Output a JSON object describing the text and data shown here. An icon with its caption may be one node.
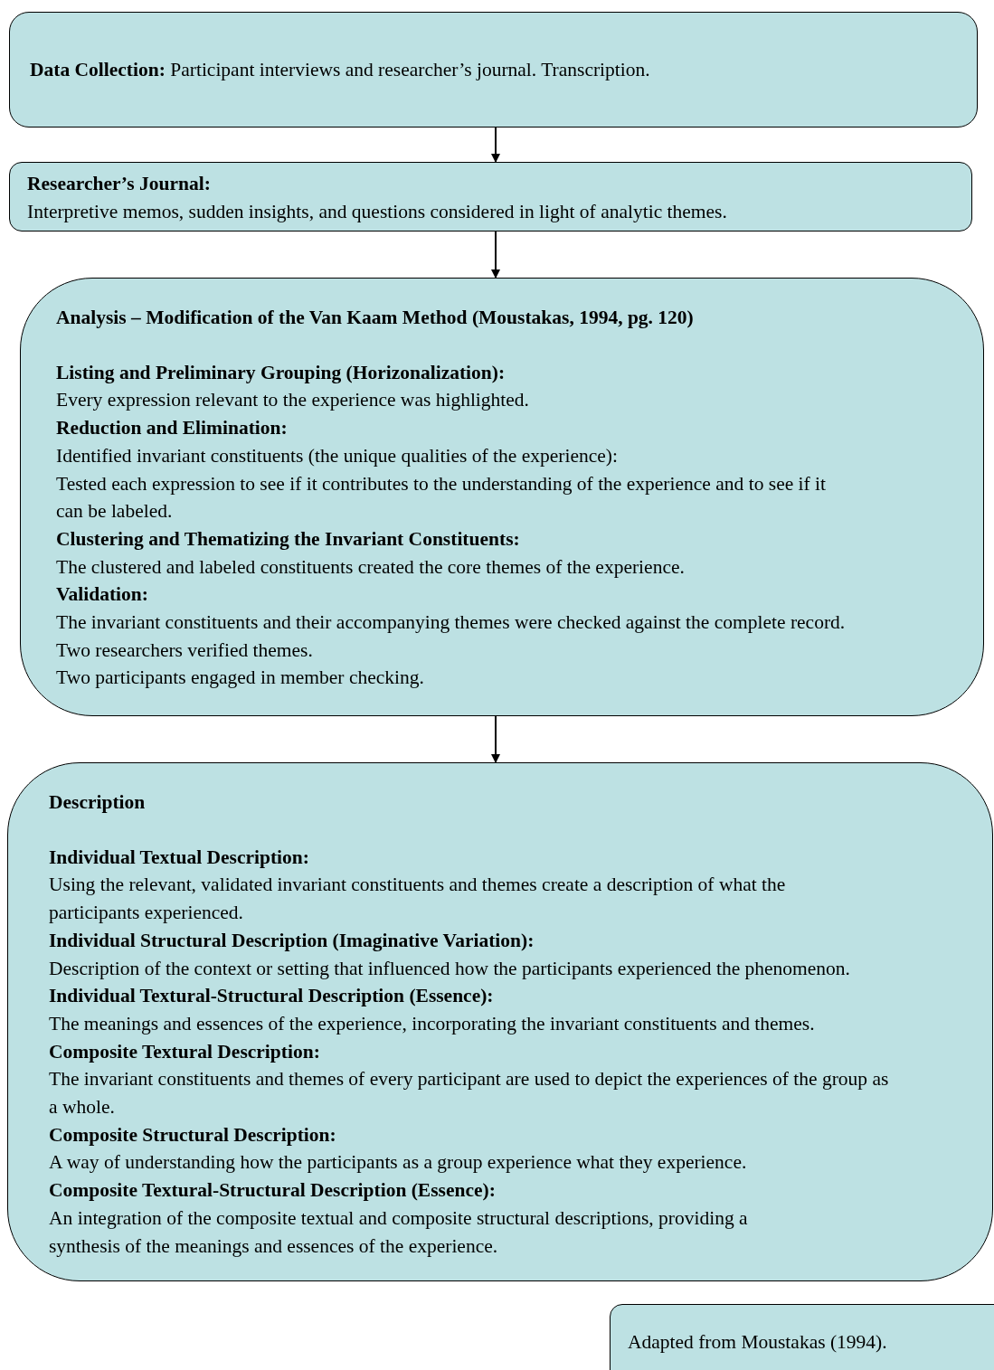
{
  "diagram": {
    "nodes": [
      {
        "text": [
          "**Data Collection:** Participant interviews and researcher’s journal. Transcription."
        ]
      },
      {
        "text": [
          "Researcher’s Journal:",
          "Interpretive memos, sudden insights, and questions considered in light of analytic themes."
        ]
      },
      {
        "text": [
          "Analysis – Modification of the Van Kaam Method (Moustakas, 1994, pg. 120)",
          "Listing and Preliminary Grouping (Horizonalization):",
          "Every expression relevant to the experience was highlighted.",
          "Reduction and Elimination:",
          "Identified invariant constituents (the unique qualities of the experience):",
          "Tested each expression to see if it contributes to the understanding of the experience and to see if it can be labeled.",
          "Clustering and Thematizing the Invariant Constituents:",
          "The clustered and labeled constituents created the core themes of the experience.",
          "Validation:",
          "The invariant constituents and their accompanying themes were checked against the complete record.",
          "Two researchers verified themes.",
          "Two participants engaged in member checking."
        ]
      },
      {
        "text": [
          "Description",
          "Individual Textual Description:",
          "Using the relevant, validated invariant constituents and themes create a description of what the participants experienced.",
          "Individual Structural Description (Imaginative Variation):",
          "Description of the context or setting that influenced how the participants experienced the phenomenon.",
          "Individual Textural-Structural Description (Essence):",
          "The meanings and essences of the experience, incorporating the invariant constituents and themes.",
          "Composite Textural Description:",
          "The invariant constituents and themes of every participant are used to depict the experiences of the group as a whole.",
          "Composite Structural Description:",
          "A way of understanding how the participants as a group experience what they experience.",
          "Composite Textural-Structural Description (Essence):",
          "An integration of the composite textual and composite structural descriptions, providing a synthesis of the meanings and essences of the experience."
        ]
      },
      {
        "text": [
          "Adapted from Moustakas (1994)."
        ]
      }
    ],
    "edges": [
      {
        "from": 0,
        "to": 1,
        "arrow": "to"
      },
      {
        "from": 1,
        "to": 2,
        "arrow": "to"
      },
      {
        "from": 2,
        "to": 3,
        "arrow": "to"
      }
    ]
  }
}
